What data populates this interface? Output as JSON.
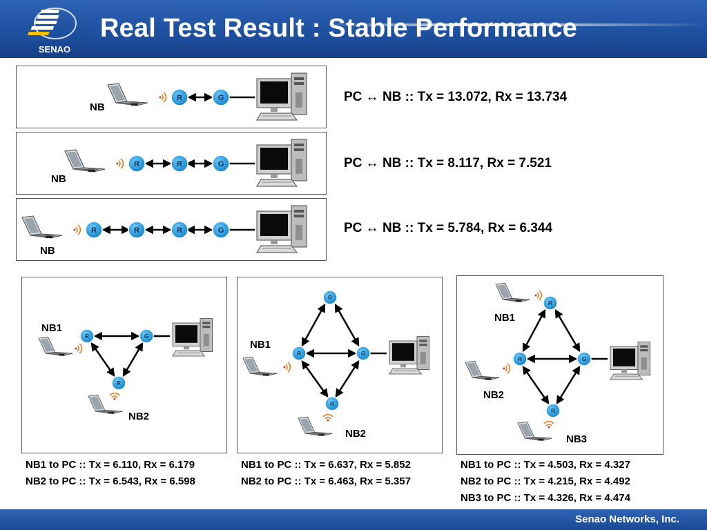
{
  "header": {
    "title": "Real Test Result : Stable Performance",
    "logo_text": "SENAO"
  },
  "footer": {
    "brand": "Senao Networks, Inc."
  },
  "colors": {
    "header_blue": "#1d4f9f",
    "node_blue": "#1e9be0",
    "arrow": "#000000"
  },
  "labels": {
    "router": "R",
    "gateway": "G",
    "nb": "NB",
    "nb1": "NB1",
    "nb2": "NB2",
    "nb3": "NB3"
  },
  "linear_results": [
    "PC ↔ NB :: Tx = 13.072, Rx = 13.734",
    "PC ↔ NB :: Tx = 8.117, Rx = 7.521",
    "PC ↔ NB :: Tx = 5.784, Rx = 6.344"
  ],
  "mesh_results": [
    [
      "NB1 to PC :: Tx = 6.110, Rx = 6.179",
      "NB2 to PC :: Tx = 6.543, Rx = 6.598"
    ],
    [
      "NB1 to PC :: Tx = 6.637, Rx = 5.852",
      "NB2 to PC :: Tx = 6.463, Rx = 5.357"
    ],
    [
      "NB1 to PC :: Tx = 4.503, Rx = 4.327",
      "NB2 to PC :: Tx = 4.215, Rx = 4.492",
      "NB3 to PC :: Tx = 4.326, Rx = 4.474"
    ]
  ]
}
